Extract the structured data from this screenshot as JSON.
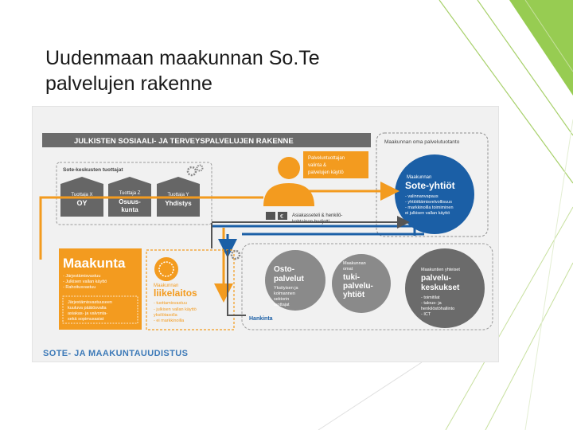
{
  "slide": {
    "title": "Uudenmaan maakunnan So.Te palvelujen rakenne"
  },
  "diagram": {
    "header": "JULKISTEN SOSIAALI- JA TERVEYSPALVELUJEN RAKENNE",
    "own_production_label": "Maakunnan oma palvelutuotanto",
    "sote_center_producers": "Sote-keskusten tuottajat",
    "producer_x_line1": "Tuottaja X",
    "producer_x_line2": "OY",
    "producer_z_line1": "Tuottaja Z",
    "producer_z_line2": "Osuus-",
    "producer_z_line3": "kunta",
    "producer_y_line1": "Tuottaja Y",
    "producer_y_line2": "Yhdistys",
    "choice_line1": "Palveluntuottajan",
    "choice_line2": "valinta &",
    "choice_line3": "palvelujen käyttö",
    "budget_line1": "Asiakasseteli & henkilö-",
    "budget_line2": "kohtainen budjetti",
    "sote_company_line1": "Maakunnan",
    "sote_company_line2": "Sote-yhtiöt",
    "sote_company_b1": "- valinnanvapaus",
    "sote_company_b2": "- yhtiöittämisvelvollisuus",
    "sote_company_b3": "- markkinoilla toimiminen",
    "sote_company_b4": "  ei julkisen vallan käyttö",
    "maakunta_title": "Maakunta",
    "maakunta_b1": "- Järjestämisvastuu",
    "maakunta_b2": "- Julkisen vallan käyttö",
    "maakunta_b3": "- Rahoitusvastuu",
    "maakunta_sub1": "Järjestämisvastuuseen",
    "maakunta_sub2": "kuuluva päätösvalta",
    "maakunta_sub3": "asiakas- ja valvonta-",
    "maakunta_sub4": "sekä sopimusasiat",
    "liikelaitos_line1": "Maakunnan",
    "liikelaitos_line2": "liikelaitos",
    "liikelaitos_b1": "- tuottamisvastuu",
    "liikelaitos_b2": "- julkisen vallan käyttö",
    "liikelaitos_b3": "  yksilötasolla",
    "liikelaitos_b4": "- ei markkinoilla",
    "osto_line1": "Osto-",
    "osto_line2": "palvelut",
    "osto_sub1": "Yksityisen ja",
    "osto_sub2": "kolmannen",
    "osto_sub3": "sektorin",
    "osto_sub4": "tuottajat",
    "tuki_pre1": "Maakunnan",
    "tuki_pre2": "omat",
    "tuki_line1": "tuki-",
    "tuki_line2": "palvelu-",
    "tuki_line3": "yhtiöt",
    "joint_pre": "Maakuntien yhteiset",
    "joint_line1": "palvelu-",
    "joint_line2": "keskukset",
    "joint_b1": "- toimitilat",
    "joint_b2": "- talous- ja",
    "joint_b3": "  henkilöstöhallinto",
    "joint_b4": "- ICT",
    "hankinta": "Hankinta"
  },
  "footer": "SOTE- JA MAAKUNTAUUDISTUS",
  "colors": {
    "orange": "#f39b1f",
    "blue_dark": "#1b5fa6",
    "grey_dark": "#6b6b6b",
    "grey_circle": "#8a8a8a",
    "accent_green": "#8cc63f"
  }
}
